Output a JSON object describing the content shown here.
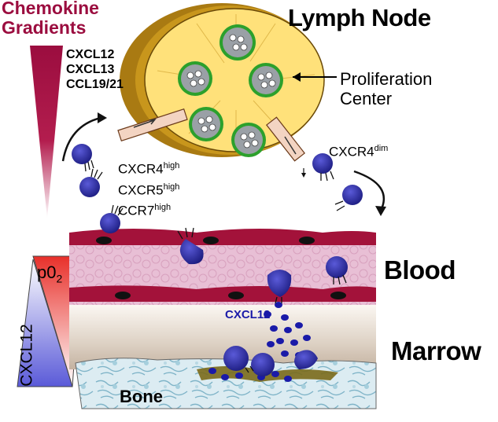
{
  "title": "Lymph Node",
  "gradient_title_line1": "Chemokine",
  "gradient_title_line2": "Gradients",
  "chemokines": [
    "CXCL12",
    "CXCL13",
    "CCL19/21"
  ],
  "proliferation_line1": "Proliferation",
  "proliferation_line2": "Center",
  "receptors_high": [
    {
      "name": "CXCR4",
      "level": "high"
    },
    {
      "name": "CXCR5",
      "level": "high"
    },
    {
      "name": "CCR7",
      "level": "high"
    }
  ],
  "receptor_dim": {
    "name": "CXCR4",
    "level": "dim"
  },
  "po2_label_base": "p0",
  "po2_label_sub": "2",
  "cxcl12_gradient_label": "CXCL12",
  "cxcl12_marrow_label": "CXCL12",
  "blood_label": "Blood",
  "marrow_label": "Marrow",
  "bone_label": "Bone",
  "colors": {
    "chemokine_red": "#9b0d3f",
    "cell_blue": "#2a2a9a",
    "ligand_blue": "#1a1aa8",
    "endothelium": "#a3123a",
    "vessel_pink": "#e7bdd3",
    "node_yellow": "#ffe17a",
    "capsule_brown": "#b8860b",
    "po2_red": "#e8302a",
    "cxcl12_blue": "#5a5ad8"
  }
}
